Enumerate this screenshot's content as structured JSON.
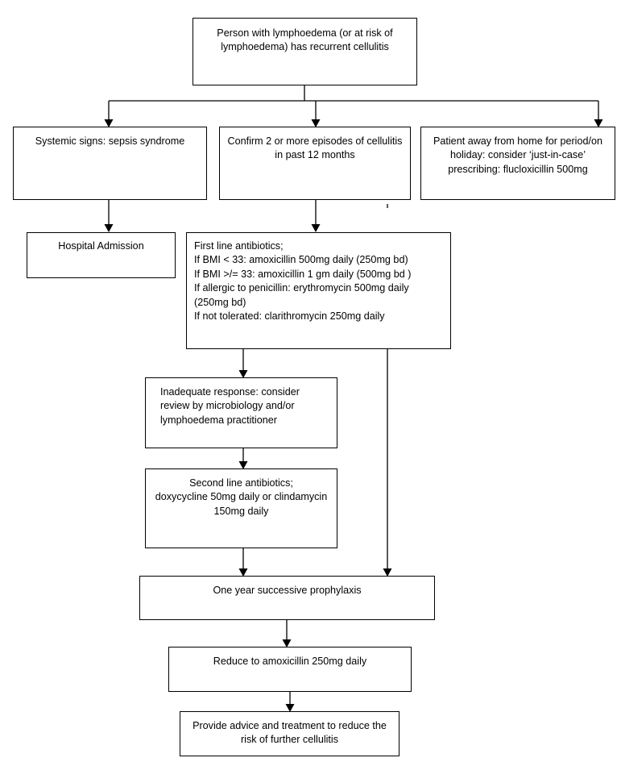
{
  "diagram": {
    "title": "Recurrent cellulitis in lymphoedema management pathway",
    "line_color": "#000000",
    "box_fill": "#ffffff",
    "text_color": "#000000"
  },
  "nodes": {
    "start": {
      "label": "Person with lymphoedema (or at risk of lymphoedema) has recurrent  cellulitis"
    },
    "systemic_signs": {
      "label": "Systemic signs: sepsis syndrome"
    },
    "confirm_episodes": {
      "label": "Confirm 2 or more episodes of cellulitis in past 12 months"
    },
    "away_from_home": {
      "label": "Patient away from home for period/on holiday: consider ‘just-in-case’ prescribing: flucloxicillin 500mg"
    },
    "hospital_admission": {
      "label": "Hospital Admission"
    },
    "first_line": {
      "label": "First line antibiotics;\nIf BMI < 33: amoxicillin 500mg daily (250mg  bd)\nIf BMI >/= 33: amoxicillin 1 gm daily (500mg bd )\nIf allergic to penicillin: erythromycin 500mg daily (250mg  bd)\nIf not tolerated: clarithromycin 250mg daily"
    },
    "inadequate_response": {
      "label": "Inadequate response: consider review by microbiology and/or lymphoedema practitioner"
    },
    "second_line": {
      "label": "Second line antibiotics;\ndoxycycline 50mg daily or clindamycin 150mg daily"
    },
    "one_year_prophylaxis": {
      "label": "One year successive prophylaxis"
    },
    "reduce_dose": {
      "label": "Reduce to amoxicillin 250mg daily"
    },
    "provide_advice": {
      "label": "Provide advice and treatment to reduce the risk of further cellulitis"
    }
  },
  "connectors": [
    {
      "name": "start-to-branch-bus",
      "from": "start",
      "to": "branch-bus"
    },
    {
      "name": "branch-to-systemic-signs",
      "from": "branch-bus",
      "to": "systemic_signs"
    },
    {
      "name": "branch-to-confirm-episodes",
      "from": "branch-bus",
      "to": "confirm_episodes"
    },
    {
      "name": "branch-to-away-from-home",
      "from": "branch-bus",
      "to": "away_from_home"
    },
    {
      "name": "systemic-signs-to-hospital-admission",
      "from": "systemic_signs",
      "to": "hospital_admission"
    },
    {
      "name": "confirm-episodes-to-first-line",
      "from": "confirm_episodes",
      "to": "first_line"
    },
    {
      "name": "first-line-to-inadequate-response",
      "from": "first_line",
      "to": "inadequate_response"
    },
    {
      "name": "inadequate-response-to-second-line",
      "from": "inadequate_response",
      "to": "second_line"
    },
    {
      "name": "second-line-to-one-year-prophylaxis",
      "from": "second_line",
      "to": "one_year_prophylaxis"
    },
    {
      "name": "first-line-to-one-year-prophylaxis",
      "from": "first_line",
      "to": "one_year_prophylaxis"
    },
    {
      "name": "away-from-home-to-one-year-prophylaxis",
      "from": "away_from_home",
      "to": "one_year_prophylaxis"
    },
    {
      "name": "one-year-prophylaxis-to-reduce-dose",
      "from": "one_year_prophylaxis",
      "to": "reduce_dose"
    },
    {
      "name": "reduce-dose-to-provide-advice",
      "from": "reduce_dose",
      "to": "provide_advice"
    }
  ]
}
